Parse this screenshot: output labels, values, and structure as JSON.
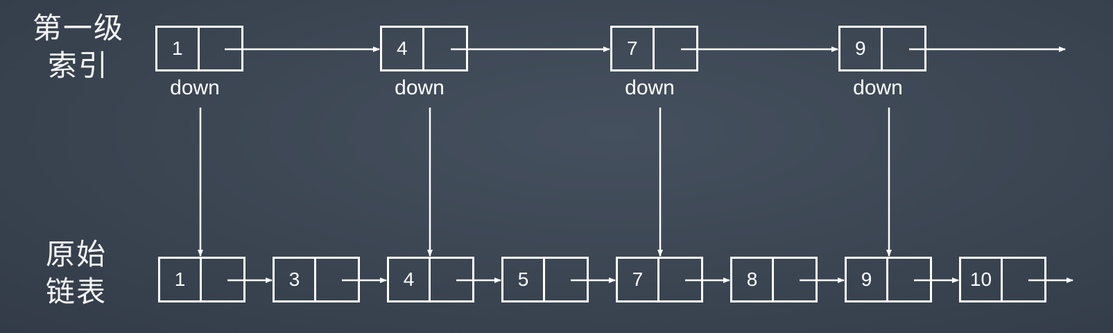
{
  "labels": {
    "index_line1": "第一级",
    "index_line2": "索引",
    "original_line1": "原始",
    "original_line2": "链表"
  },
  "index_nodes": [
    "1",
    "4",
    "7",
    "9"
  ],
  "down_label": "down",
  "list_nodes": [
    "1",
    "3",
    "4",
    "5",
    "7",
    "8",
    "9",
    "10"
  ],
  "colors": {
    "background": "#3b4552",
    "stroke": "#ffffff",
    "text": "#ffffff"
  }
}
